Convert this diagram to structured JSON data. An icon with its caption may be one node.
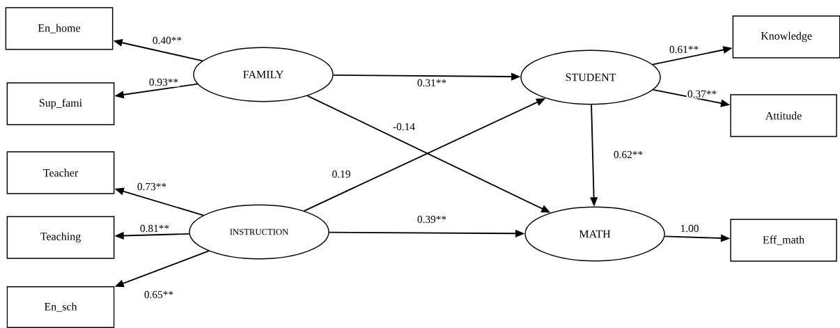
{
  "diagram": {
    "nodes": [
      {
        "text": [
          "En_home"
        ]
      },
      {
        "text": [
          "Sup_fami"
        ]
      },
      {
        "text": [
          "Teacher"
        ]
      },
      {
        "text": [
          "Teaching"
        ]
      },
      {
        "text": [
          "En_sch"
        ]
      },
      {
        "text": [
          "FAMILY"
        ]
      },
      {
        "text": [
          "INSTRUCTION"
        ]
      },
      {
        "text": [
          "STUDENT"
        ]
      },
      {
        "text": [
          "MATH"
        ]
      },
      {
        "text": [
          "Knowledge"
        ]
      },
      {
        "text": [
          "Attitude"
        ]
      },
      {
        "text": [
          "Eff_math"
        ]
      }
    ],
    "edges": [
      {
        "from": 5,
        "to": 0,
        "arrow": "to",
        "label": "0.40**"
      },
      {
        "from": 5,
        "to": 1,
        "arrow": "to",
        "label": "0.93**"
      },
      {
        "from": 5,
        "to": 7,
        "arrow": "to",
        "label": "0.31**"
      },
      {
        "from": 5,
        "to": 8,
        "arrow": "to",
        "label": "-0.14"
      },
      {
        "from": 6,
        "to": 7,
        "arrow": "to",
        "label": "0.19"
      },
      {
        "from": 6,
        "to": 8,
        "arrow": "to",
        "label": "0.39**"
      },
      {
        "from": 6,
        "to": 2,
        "arrow": "to",
        "label": "0.73**"
      },
      {
        "from": 6,
        "to": 3,
        "arrow": "to",
        "label": "0.81**"
      },
      {
        "from": 6,
        "to": 4,
        "arrow": "to",
        "label": "0.65**"
      },
      {
        "from": 7,
        "to": 9,
        "arrow": "to",
        "label": "0.61**"
      },
      {
        "from": 7,
        "to": 10,
        "arrow": "to",
        "label": "0.37**"
      },
      {
        "from": 7,
        "to": 8,
        "arrow": "to",
        "label": "0.62**"
      },
      {
        "from": 8,
        "to": 11,
        "arrow": "to",
        "label": "1.00"
      }
    ]
  }
}
